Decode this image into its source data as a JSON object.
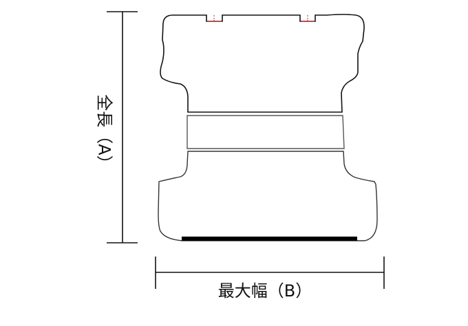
{
  "diagram": {
    "type": "floor-mat-dimension-drawing",
    "labels": {
      "total_length": "全長（A）",
      "max_width": "最大幅（B）"
    },
    "colors": {
      "outline": "#111111",
      "inner_lines": "#555555",
      "heel_pad": "#000000",
      "hook_marks": "#cc2222"
    },
    "parts": [
      "upper-mat-section",
      "middle-band",
      "lower-mat-section",
      "heel-pad",
      "fixing-hook-left",
      "fixing-hook-right",
      "length-dimension-line",
      "width-dimension-line"
    ]
  }
}
